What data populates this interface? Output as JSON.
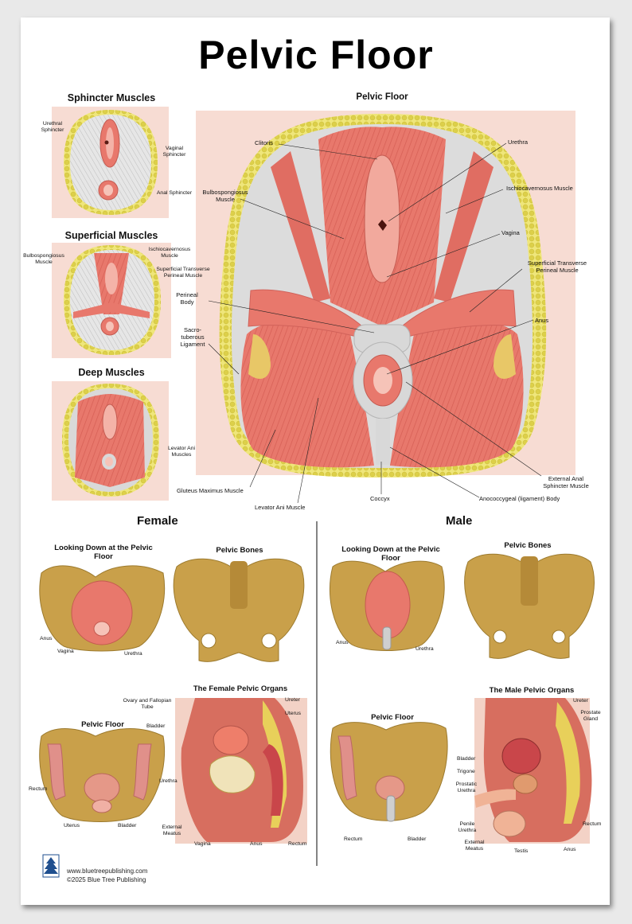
{
  "title": "Pelvic Floor",
  "sections": {
    "sphincter": "Sphincter Muscles",
    "superficial": "Superficial Muscles",
    "deep": "Deep Muscles",
    "main": "Pelvic Floor",
    "female": "Female",
    "male": "Male"
  },
  "sphincter_labels": [
    "Urethral Sphincter",
    "Vaginal Sphincter",
    "Anal Sphincter"
  ],
  "superficial_labels": [
    "Bulbospongiosus Muscle",
    "Ischiocavernosus Muscle",
    "Superficial Transverse Perineal Muscle"
  ],
  "deep_labels": [
    "Levator Ani Muscles"
  ],
  "main_labels": {
    "clitoris": "Clitoris",
    "urethra": "Urethra",
    "bulbospongiosus": "Bulbospongiosus Muscle",
    "ischiocavernosus": "Ischiocavernosus Muscle",
    "vagina": "Vagina",
    "sup_transverse": "Superficial Transverse Perineal Muscle",
    "perineal_body": "Perineal Body",
    "anus": "Anus",
    "sacrotuberous": "Sacro- tuberous Ligament",
    "external_anal": "External Anal Sphincter Muscle",
    "anococcygeal": "Anococcygeal (ligament) Body",
    "gluteus": "Gluteus Maximus Muscle",
    "levator": "Levator Ani Muscle",
    "coccyx": "Coccyx"
  },
  "female": {
    "looking_down": "Looking Down at the Pelvic Floor",
    "pelvic_bones": "Pelvic Bones",
    "ld_labels": [
      "Anus",
      "Vagina",
      "Urethra"
    ],
    "organs_title": "The Female Pelvic Organs",
    "pf_title": "Pelvic Floor",
    "pf_labels": [
      "Rectum",
      "Uterus",
      "Bladder"
    ],
    "organ_labels": [
      "Ovary and Fallopian Tube",
      "Bladder",
      "Ureter",
      "Uterus",
      "Urethra",
      "External Meatus",
      "Vagina",
      "Anus",
      "Rectum"
    ]
  },
  "male": {
    "looking_down": "Looking Down at the Pelvic Floor",
    "pelvic_bones": "Pelvic Bones",
    "ld_labels": [
      "Anus",
      "Urethra"
    ],
    "organs_title": "The Male Pelvic Organs",
    "pf_title": "Pelvic Floor",
    "pf_labels": [
      "Rectum",
      "Bladder"
    ],
    "organ_labels": [
      "Ureter",
      "Prostate Gland",
      "Bladder",
      "Trigone",
      "Prostatic Urethra",
      "Penile Urethra",
      "External Meatus",
      "Testis",
      "Anus",
      "Rectum"
    ]
  },
  "footer": {
    "url": "www.bluetreepublishing.com",
    "copyright": "©2025 Blue Tree Publishing"
  },
  "colors": {
    "muscle": "#e8786c",
    "fat": "#e9df60",
    "bone": "#c9a04a",
    "skin": "#f6d6cc",
    "ligament": "#d8d8d8"
  }
}
